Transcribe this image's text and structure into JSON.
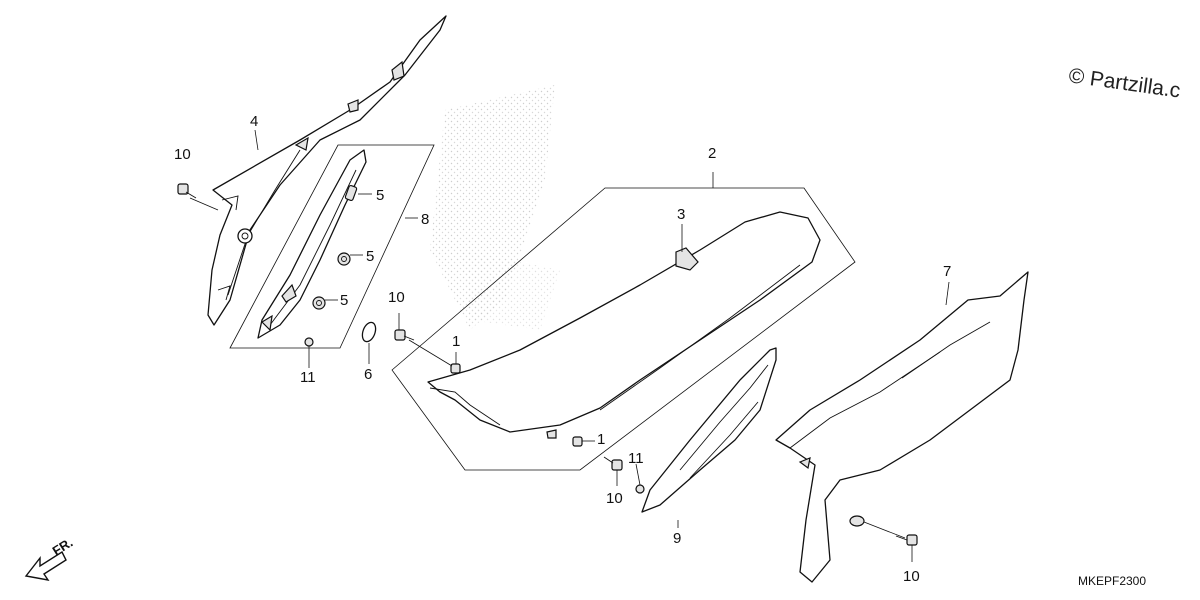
{
  "diagram": {
    "watermark": "© Partzilla.c",
    "diagram_code": "MKEPF2300",
    "direction_label": "FR.",
    "callouts": [
      {
        "id": "c-4",
        "label": "4"
      },
      {
        "id": "c-10-a",
        "label": "10"
      },
      {
        "id": "c-5-a",
        "label": "5"
      },
      {
        "id": "c-8",
        "label": "8"
      },
      {
        "id": "c-5-b",
        "label": "5"
      },
      {
        "id": "c-5-c",
        "label": "5"
      },
      {
        "id": "c-10-b",
        "label": "10"
      },
      {
        "id": "c-11-a",
        "label": "11"
      },
      {
        "id": "c-6",
        "label": "6"
      },
      {
        "id": "c-1-a",
        "label": "1"
      },
      {
        "id": "c-2",
        "label": "2"
      },
      {
        "id": "c-3",
        "label": "3"
      },
      {
        "id": "c-1-b",
        "label": "1"
      },
      {
        "id": "c-11-b",
        "label": "11"
      },
      {
        "id": "c-10-c",
        "label": "10"
      },
      {
        "id": "c-9",
        "label": "9"
      },
      {
        "id": "c-7",
        "label": "7"
      },
      {
        "id": "c-10-d",
        "label": "10"
      }
    ]
  }
}
